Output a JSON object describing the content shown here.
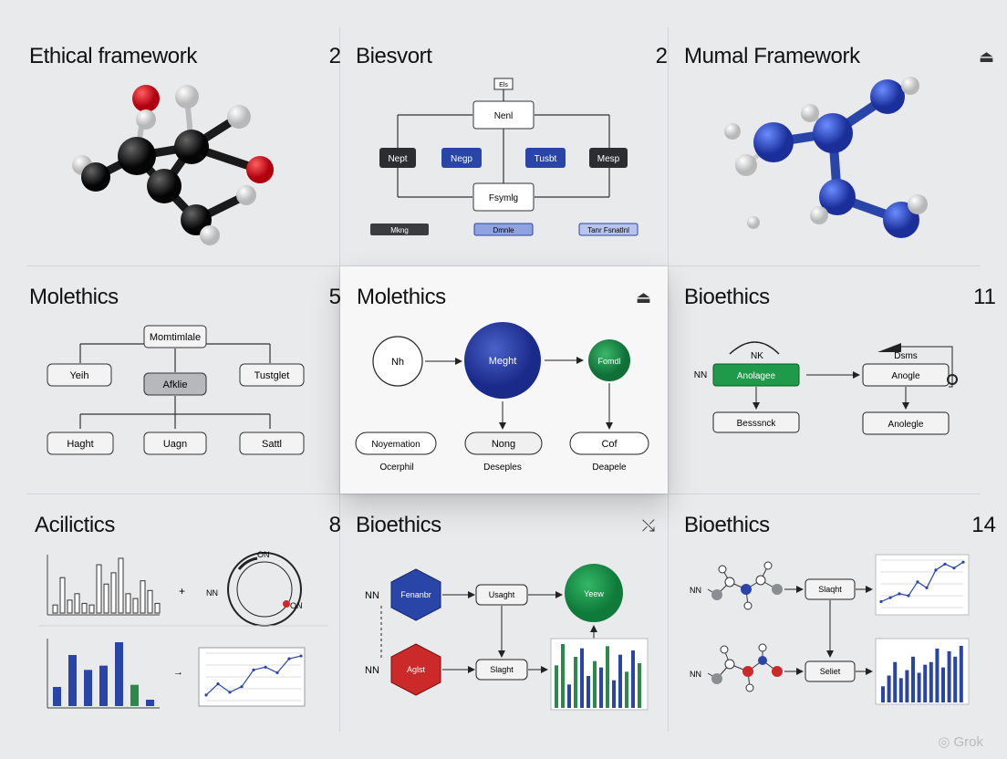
{
  "panels": [
    {
      "title": "Ethical framework",
      "number": "2"
    },
    {
      "title": "Biesvort",
      "number": "2",
      "labels": {
        "top": "Els",
        "center": "Nenl",
        "left": "Nept",
        "left2": "Negp",
        "right2": "Tusbt",
        "right": "Mesp",
        "bottom": "Fsymlg",
        "b1": "Mkng",
        "b2": "Dmnle",
        "b3": "Tanr Fsnatlnl"
      }
    },
    {
      "title": "Mumal Framework",
      "icon": "upload-tray-icon"
    },
    {
      "title": "Molethics",
      "number": "5",
      "labels": {
        "top": "Momtimlale",
        "l": "Yeih",
        "c": "Afklie",
        "r": "Tustglet",
        "b1": "Haght",
        "b2": "Uagn",
        "b3": "Sattl"
      }
    },
    {
      "title": "Molethics",
      "icon": "upload-tray-icon",
      "labels": {
        "n1": "Nh",
        "n2": "Meght",
        "n3": "Fomdl",
        "b1": "Noyemation",
        "b2": "Nong",
        "b3": "Cof",
        "s1": "Ocerphil",
        "s2": "Deseples",
        "s3": "Deapele"
      }
    },
    {
      "title": "Bioethics",
      "number": "11",
      "labels": {
        "nk": "NK",
        "nn": "NN",
        "g": "Anolagee",
        "dsm": "Dsms",
        "a1": "Anogle",
        "b1": "Besssnck",
        "a2": "Anolegle"
      }
    },
    {
      "title": "Acilictics",
      "number": "8",
      "labels": {
        "on1": "ON",
        "on2": "ON",
        "nn": "NN"
      }
    },
    {
      "title": "Bioethics",
      "icon": "slash-arrow-icon",
      "labels": {
        "nn1": "NN",
        "nn2": "NN",
        "hex1": "Fenanbr",
        "hex2": "Aglst",
        "u": "Usaght",
        "s": "Slaght",
        "g": "Yeew"
      }
    },
    {
      "title": "Bioethics",
      "number": "14",
      "labels": {
        "nn1": "NN",
        "nn2": "NN",
        "s1": "Slaqht",
        "s2": "Seliet"
      }
    }
  ],
  "charts": {
    "bar_outline": [
      5,
      22,
      8,
      12,
      6,
      5,
      30,
      18,
      25,
      34,
      12,
      9,
      20,
      14,
      6
    ],
    "bar_color": [
      {
        "v": 18,
        "c": "#2a45a8"
      },
      {
        "v": 48,
        "c": "#2a45a8"
      },
      {
        "v": 34,
        "c": "#2a45a8"
      },
      {
        "v": 38,
        "c": "#2a45a8"
      },
      {
        "v": 60,
        "c": "#2a45a8"
      },
      {
        "v": 20,
        "c": "#2a8a4a"
      },
      {
        "v": 6,
        "c": "#2a45a8"
      }
    ],
    "line1": [
      4,
      12,
      6,
      10,
      22,
      24,
      20,
      30,
      32
    ],
    "bars_mixed": [
      {
        "v": 40,
        "c": "#2a8a4a"
      },
      {
        "v": 60,
        "c": "#2a8a4a"
      },
      {
        "v": 22,
        "c": "#2a45a8"
      },
      {
        "v": 48,
        "c": "#2a8a4a"
      },
      {
        "v": 56,
        "c": "#2a45a8"
      },
      {
        "v": 30,
        "c": "#2a45a8"
      },
      {
        "v": 44,
        "c": "#2a8a4a"
      },
      {
        "v": 38,
        "c": "#2a45a8"
      },
      {
        "v": 58,
        "c": "#2a8a4a"
      },
      {
        "v": 26,
        "c": "#2a45a8"
      },
      {
        "v": 50,
        "c": "#2a45a8"
      },
      {
        "v": 34,
        "c": "#2a8a4a"
      },
      {
        "v": 54,
        "c": "#2a45a8"
      },
      {
        "v": 42,
        "c": "#2a8a4a"
      }
    ],
    "line2": [
      6,
      10,
      14,
      12,
      26,
      20,
      38,
      44,
      40,
      46
    ],
    "bars_blue": [
      12,
      20,
      30,
      18,
      24,
      34,
      22,
      28,
      30,
      40,
      26,
      38,
      34,
      42
    ]
  },
  "colors": {
    "black": "#111111",
    "blue": "#2a45a8",
    "green": "#1f9a4a",
    "red": "#cc2a2a",
    "grey": "#8a8d92"
  },
  "watermark": "Grok"
}
